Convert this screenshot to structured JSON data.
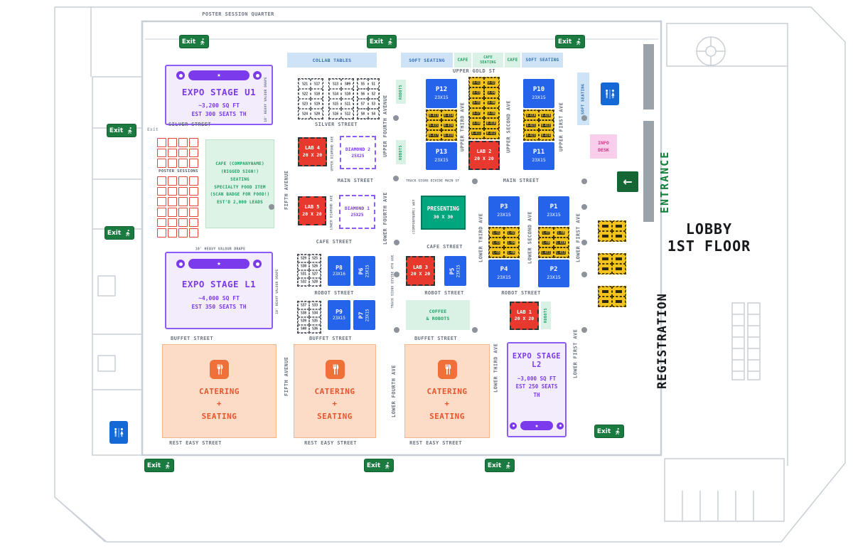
{
  "building": {
    "poster_session_quarter": "POSTER SESSION QUARTER",
    "entrance": "ENTRANCE",
    "lobby": "LOBBY\n1ST FLOOR",
    "registration": "REGISTRATION",
    "exit_label": "Exit",
    "exit_note": "Exit"
  },
  "icons": {
    "star": "★",
    "arrow_left": "←"
  },
  "top_strip": {
    "collab_tables": "COLLAB TABLES",
    "soft_seating_left": "SOFT SEATING",
    "cafe_left": "CAFE",
    "cafe_seating": "CAFE\nSEATING",
    "cafe_right": "CAFE",
    "soft_seating_right": "SOFT SEATING",
    "upper_gold_st": "UPPER GOLD ST"
  },
  "stages": {
    "u1": {
      "title": "EXPO STAGE U1",
      "specs": "~3,200 SQ FT\nEST 300 SEATS TH"
    },
    "l1": {
      "title": "EXPO STAGE L1",
      "specs": "~4,000 SQ FT\nEST 350 SEATS TH"
    },
    "l2": {
      "title": "EXPO STAGE\nL2",
      "specs": "~3,000 SQ FT\nEST 250 SEATS\nTH"
    }
  },
  "labels": {
    "drape": "10' HEAVY VALOUR DRAPE",
    "poster_sessions": "POSTER SESSIONS",
    "cafe_block": "CAFE (COMPANYNAME)\n(RIGGED SIGN!)\nSEATING\nSPECIALTY FOOD ITEM\n(SCAN BADGE FOR FOOD!)\nEST'D 2,000 LEADS",
    "catering": "CATERING\n+\nSEATING",
    "coffee_robots": "COFFEE\n& ROBOTS",
    "robots": "ROBOTS",
    "info_desk": "INFO\nDESK",
    "soft_seating_vertical": "SOFT SEATING",
    "company_way": "(COMPANYNAME) WAY",
    "track_main": "TRACK SIGNS DIVIDE MAIN ST",
    "track_fourth": "TRACK SIGNS DIVIDE 4TH AVE"
  },
  "streets": {
    "silver": "SILVER STREET",
    "main": "MAIN STREET",
    "cafe": "CAFE STREET",
    "robot": "ROBOT STREET",
    "buffet": "BUFFET STREET",
    "rest_easy": "REST EASY STREET"
  },
  "avenues": {
    "fifth": "FIFTH AVENUE",
    "upper_fourth": "UPPER FOURTH AVENUE",
    "lower_fourth": "LOWER FOURTH AVE",
    "upper_third": "UPPER THIRD AVE",
    "upper_second": "UPPER SECOND AVE",
    "upper_first": "UPPER FIRST AVE",
    "lower_third": "LOWER THIRD AVE",
    "lower_second": "LOWER SECOND AVE",
    "lower_first": "LOWER FIRST AVE",
    "upper_diamond": "UPPER DIAMOND AVE",
    "lower_diamond": "LOWER DIAMOND AVE"
  },
  "pavilions": {
    "p1": {
      "name": "P1",
      "size": "23X15"
    },
    "p2": {
      "name": "P2",
      "size": "23X15"
    },
    "p3": {
      "name": "P3",
      "size": "23X15"
    },
    "p4": {
      "name": "P4",
      "size": "23X15"
    },
    "p5": {
      "name": "P5",
      "size": "23X15"
    },
    "p6": {
      "name": "P6",
      "size": "23X15"
    },
    "p7": {
      "name": "P7",
      "size": "23X15"
    },
    "p8": {
      "name": "P8",
      "size": "23X16"
    },
    "p9": {
      "name": "P9",
      "size": "23X15"
    },
    "p10": {
      "name": "P10",
      "size": "23X15"
    },
    "p11": {
      "name": "P11",
      "size": "23X15"
    },
    "p12": {
      "name": "P12",
      "size": "23X15"
    },
    "p13": {
      "name": "P13",
      "size": "23X15"
    }
  },
  "labs": {
    "lab1": {
      "name": "LAB 1",
      "size": "20 X 20"
    },
    "lab2": {
      "name": "LAB 2",
      "size": "20 X 20"
    },
    "lab3": {
      "name": "LAB 3",
      "size": "20 X 20"
    },
    "lab4": {
      "name": "LAB 4",
      "size": "20 X 20"
    },
    "lab5": {
      "name": "LAB 5",
      "size": "20 X 20"
    }
  },
  "diamonds": {
    "d1": {
      "name": "DIAMOND 1",
      "size": "25X25"
    },
    "d2": {
      "name": "DIAMOND 2",
      "size": "25X25"
    }
  },
  "presenting": {
    "name": "PRESENTING",
    "size": "30 X 30"
  },
  "booths": {
    "s_top_1": [
      "S21",
      "S17",
      "S22",
      "S18",
      "S23",
      "S19",
      "S24",
      "S20"
    ],
    "s_top_2": [
      "S13",
      "S09",
      "S14",
      "S10",
      "S15",
      "S11",
      "S16",
      "S12"
    ],
    "s_top_3": [
      "S5",
      "S1",
      "S6",
      "S2",
      "S7",
      "S3",
      "S8",
      "S4"
    ],
    "s_mid_1": [
      "S29",
      "S25",
      "S30",
      "S26",
      "S31",
      "S27",
      "S32",
      "S28"
    ],
    "s_mid_2": [
      "S37",
      "S33",
      "S38",
      "S34",
      "S39",
      "S35",
      "S40",
      "S36"
    ],
    "gold_upper_left": [
      "U-G13",
      "U-G14",
      "U-G15",
      "U-G16",
      "U-G17",
      "U-G18"
    ],
    "gold_upper_mid": [
      "U-G1",
      "U-G2",
      "U-G3",
      "U-G4",
      "U-G5",
      "U-G6",
      "U-G7",
      "U-G8",
      "U-G9",
      "U-G10",
      "U-G11",
      "U-G12"
    ],
    "gold_upper_right": [
      "U-G19",
      "U-G20",
      "U-G21",
      "U-G22",
      "U-G23",
      "U-G24"
    ],
    "gold_lower_left": [
      "L-G1",
      "L-G2",
      "L-G3",
      "L-G4",
      "L-G5",
      "L-G6"
    ],
    "gold_lower_right": [
      "L-G7",
      "L-G8",
      "L-G9",
      "L-G10",
      "L-G11",
      "L-G12"
    ]
  },
  "colors": {
    "stage_purple": "#7c3aed",
    "pavilion_blue": "#2563eb",
    "lab_red": "#e8392e",
    "gold": "#f2c41d",
    "cafe_green": "#1d9e63",
    "presenting_teal": "#00a67e",
    "catering_orange": "#e8542e",
    "exit_green": "#1a7a40",
    "info_pink": "#d63384",
    "soft_seating_blue": "#2f6db5",
    "entrance_green": "#15803d"
  }
}
